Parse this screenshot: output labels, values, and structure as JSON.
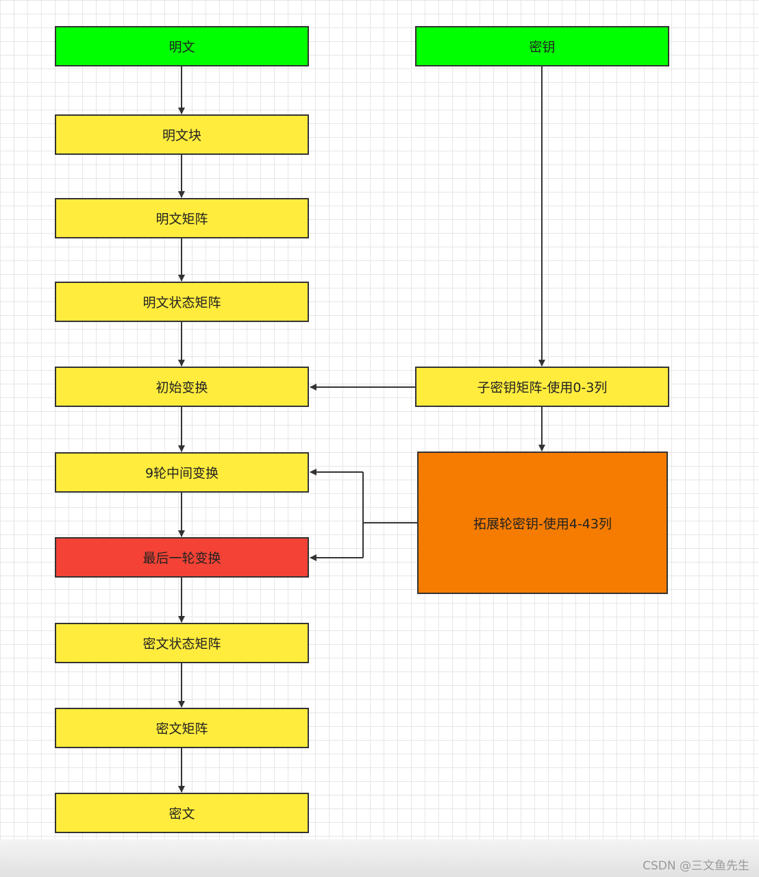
{
  "colors": {
    "start": "#00ff00",
    "process": "#ffec3d",
    "final_round": "#f44336",
    "expansion": "#f57c00",
    "edge": "#333333"
  },
  "nodes": {
    "plaintext": "明文",
    "key": "密钥",
    "plaintext_block": "明文块",
    "plaintext_matrix": "明文矩阵",
    "plaintext_state_matrix": "明文状态矩阵",
    "initial_transform": "初始变换",
    "subkey_matrix": "子密钥矩阵-使用0-3列",
    "nine_rounds": "9轮中间变换",
    "expanded_round_keys": "拓展轮密钥-使用4-43列",
    "final_round": "最后一轮变换",
    "ciphertext_state_matrix": "密文状态矩阵",
    "ciphertext_matrix": "密文矩阵",
    "ciphertext": "密文"
  },
  "watermark": "CSDN @三文鱼先生"
}
